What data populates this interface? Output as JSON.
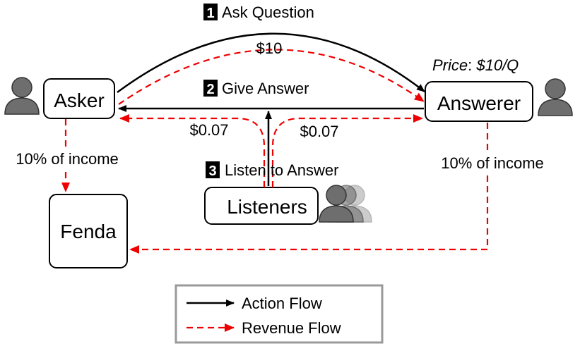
{
  "nodes": {
    "asker": "Asker",
    "answerer": "Answerer",
    "listeners": "Listeners",
    "fenda": "Fenda"
  },
  "steps": [
    {
      "num": "1",
      "label": "Ask Question"
    },
    {
      "num": "2",
      "label": "Give Answer"
    },
    {
      "num": "3",
      "label": "Listen to Answer"
    }
  ],
  "price": {
    "prefix": "Price",
    "sep": ": ",
    "value": "$10/Q"
  },
  "amounts": {
    "question": "$10",
    "listen_left": "$0.07",
    "listen_right": "$0.07",
    "asker_share": "10% of income",
    "answerer_share": "10% of income"
  },
  "legend": {
    "action": "Action Flow",
    "revenue": "Revenue Flow"
  },
  "colors": {
    "action": "#000000",
    "revenue": "#ee0000",
    "person": "#6e6e6e",
    "legend_border": "#9a9a9a"
  }
}
